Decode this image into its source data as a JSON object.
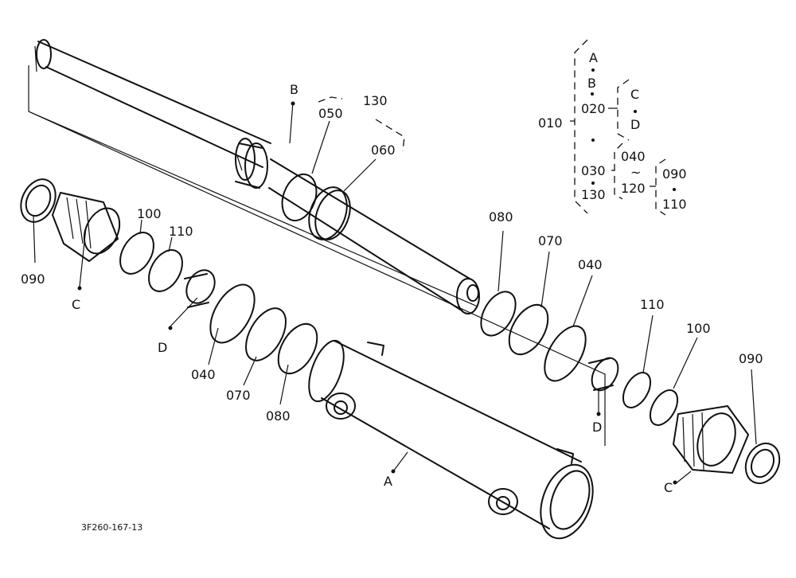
{
  "drawing_code": "3F260-167-13",
  "legend": {
    "a": "A",
    "b": "B",
    "c": "C",
    "d": "D",
    "p010": "010",
    "p020": "020",
    "p030": "030",
    "p130": "130",
    "p040": "040",
    "tilde": "~",
    "p120": "120",
    "p090": "090",
    "p110": "110"
  },
  "callouts": {
    "rod": "B",
    "kit": "130",
    "ring050": "050",
    "ring060": "060",
    "left_cap": "C",
    "left_090": "090",
    "left_100": "100",
    "left_110": "110",
    "left_bush": "D",
    "left_040": "040",
    "left_070": "070",
    "left_080": "080",
    "tube": "A",
    "right_080": "080",
    "right_070": "070",
    "right_040": "040",
    "right_bush": "D",
    "right_110": "110",
    "right_100": "100",
    "right_cap": "C",
    "right_090": "090"
  }
}
